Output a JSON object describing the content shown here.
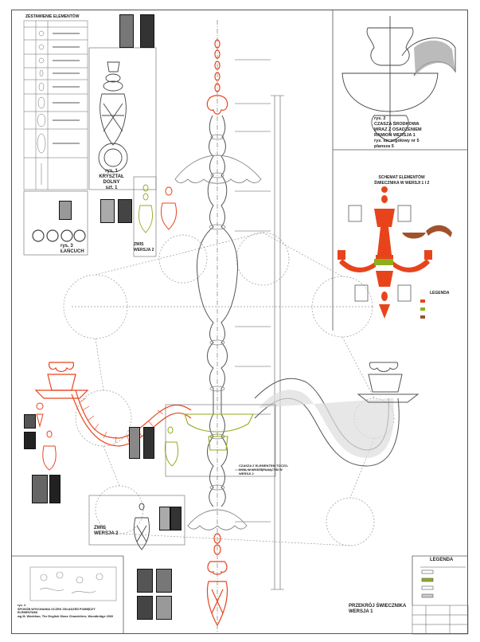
{
  "sheet": {
    "title_elements": "ZESTAWIENIE ELEMENTÓW",
    "fig1": "rys. 1\nKRYSZTAŁ DOLNY\nszt. 1",
    "fig2": "rys. 2\nCZASZA ŚRODKOWA\nWRAZ Z OSADZENIEM\nRAMION WERSJA 1\nrys. szczegółowy nr 5\nplansza 5",
    "fig3": "rys. 3\nŁAŃCUCH",
    "fig4": "rys. 4\nSPOSÓB WYKONANIA OCZEK ZKŁADZEŃ POMIĘDZY\nELEMENTAMI\nwg M. Wodehao, The English Glass Chandeliers, Woodbridge 2000",
    "zwis_v2_top": "ZWIS\nWERSJA 2",
    "zwis_v2_bottom": "ZWIS\nWERSJA 2",
    "schemat": "SCHEMAT ELEMENTÓW\nŚWIECZNIKA W WERSJI 1 I 2",
    "legenda_top": "LEGENDA",
    "legenda_bottom": "LEGENDA",
    "czasza_note": "CZASZA Z ELEMENTEM TOCZO-\nNYM, W WYSTĘPUJĄCYM W\nWERSJI 2",
    "przekroj": "PRZEKRÓJ ŚWIECZNIKA\nWERSJA 1"
  },
  "colors": {
    "red": "#e8441c",
    "green": "#8fae1a",
    "brown": "#a0522d",
    "gray": "#9a9a9a",
    "line": "#444444"
  }
}
